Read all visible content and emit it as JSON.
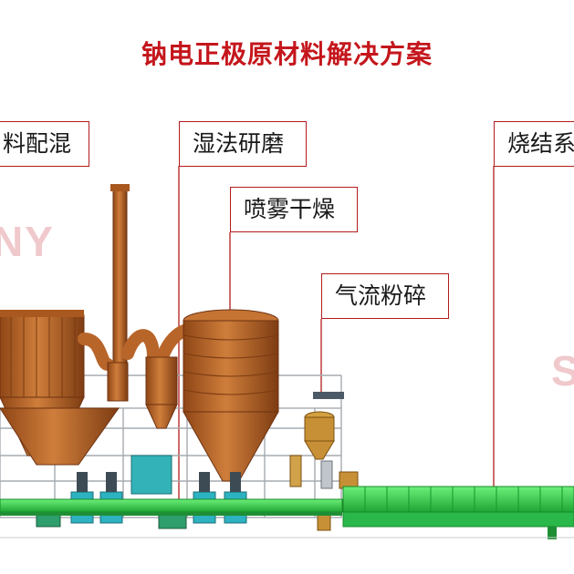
{
  "title": "钠电正极原材料解决方案",
  "labels": {
    "mixing": "料配混",
    "wet_grinding": "湿法研磨",
    "spray_drying": "喷雾干燥",
    "jet_milling": "气流粉碎",
    "sintering": "烧结系"
  },
  "watermarks": {
    "left": "NY",
    "right": "S"
  },
  "colors": {
    "title": "#c4161c",
    "leader_line": "#b31b1b",
    "equipment": "#b8652a",
    "conveyor": "#35d24a",
    "frame": "#9aa0a6",
    "tank": "#30b4c4"
  }
}
